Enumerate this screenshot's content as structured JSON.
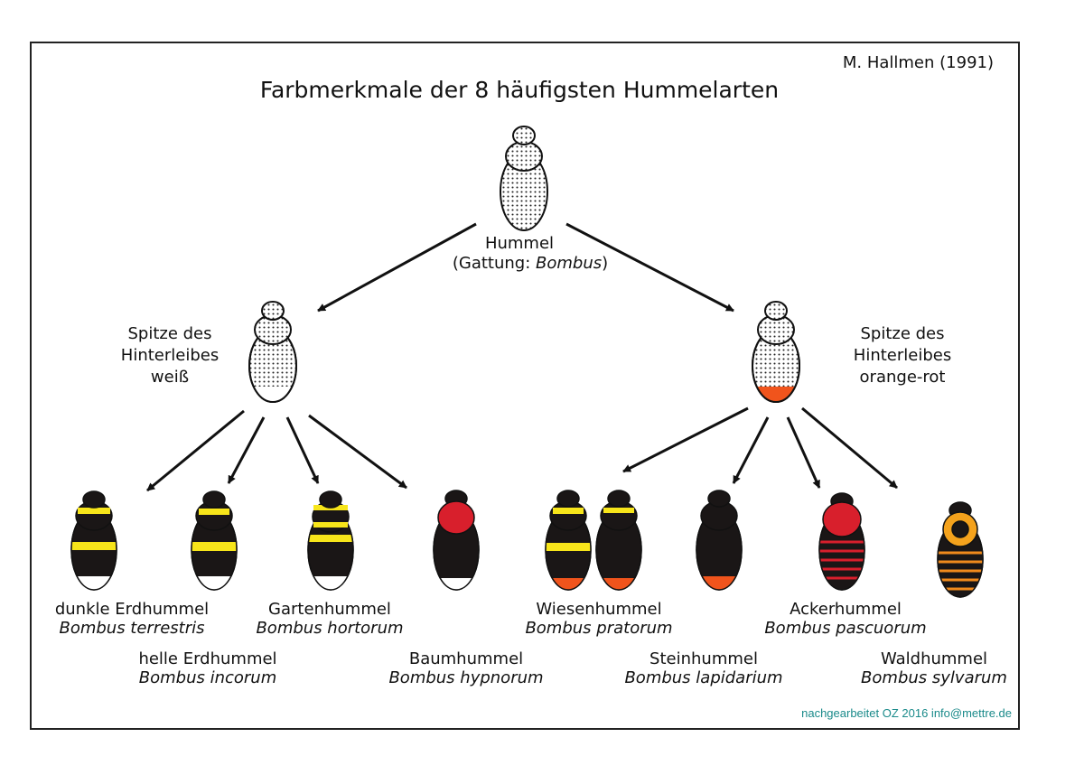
{
  "title": "Farbmerkmale der 8 häufigsten Hummelarten",
  "author": "M. Hallmen (1991)",
  "credit": "nachgearbeitet OZ 2016  info@mettre.de",
  "root": {
    "line1": "Hummel",
    "line2_prefix": "(Gattung: ",
    "line2_genus": "Bombus",
    "line2_suffix": ")"
  },
  "branch_white": {
    "lines": [
      "Spitze des",
      "Hinterleibes",
      "weiß"
    ]
  },
  "branch_orange": {
    "lines": [
      "Spitze des",
      "Hinterleibes",
      "orange-rot"
    ]
  },
  "species": [
    {
      "common": "dunkle Erdhummel",
      "latin": "Bombus terrestris"
    },
    {
      "common": "helle Erdhummel",
      "latin": "Bombus incorum"
    },
    {
      "common": "Gartenhummel",
      "latin": "Bombus hortorum"
    },
    {
      "common": "Baumhummel",
      "latin": "Bombus hypnorum"
    },
    {
      "common": "Wiesenhummel",
      "latin": "Bombus pratorum"
    },
    {
      "common": "Steinhummel",
      "latin": "Bombus lapidarium"
    },
    {
      "common": "Ackerhummel",
      "latin": "Bombus pascuorum"
    },
    {
      "common": "Waldhummel",
      "latin": "Bombus sylvarum"
    }
  ],
  "colors": {
    "black": "#1a1616",
    "yellow": "#f7e51a",
    "red": "#d81f2c",
    "orange": "#f0541c",
    "white": "#ffffff",
    "credit": "#1a8a8a"
  }
}
